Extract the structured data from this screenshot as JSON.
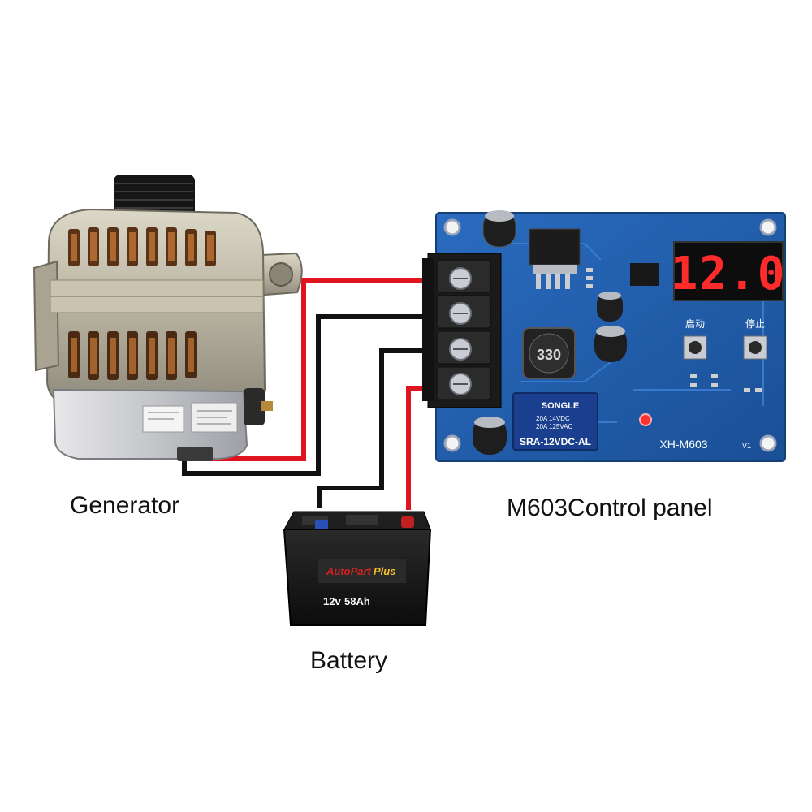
{
  "labels": {
    "generator": "Generator",
    "control_panel": "M603Control panel",
    "battery": "Battery"
  },
  "board": {
    "display_value": "12.0",
    "model": "XH-M603",
    "version": "V1",
    "start_button": "启动",
    "stop_button": "停止",
    "inductor": "330",
    "relay_brand": "SONGLE",
    "relay_rating_1": "20A 14VDC",
    "relay_rating_2": "20A 125VAC",
    "relay_model": "SRA-12VDC-AL"
  },
  "battery_info": {
    "brand": "AutoPart",
    "brand_2": "Plus",
    "voltage": "12v",
    "capacity": "58Ah"
  },
  "colors": {
    "board": "#1f5fae",
    "wire_positive": "#e0141e",
    "wire_negative": "#111111",
    "display_digits": "#ff2a2a",
    "terminal_block": "#1a1a1a"
  },
  "icons": [
    "generator-image",
    "control-board-image",
    "battery-image"
  ]
}
